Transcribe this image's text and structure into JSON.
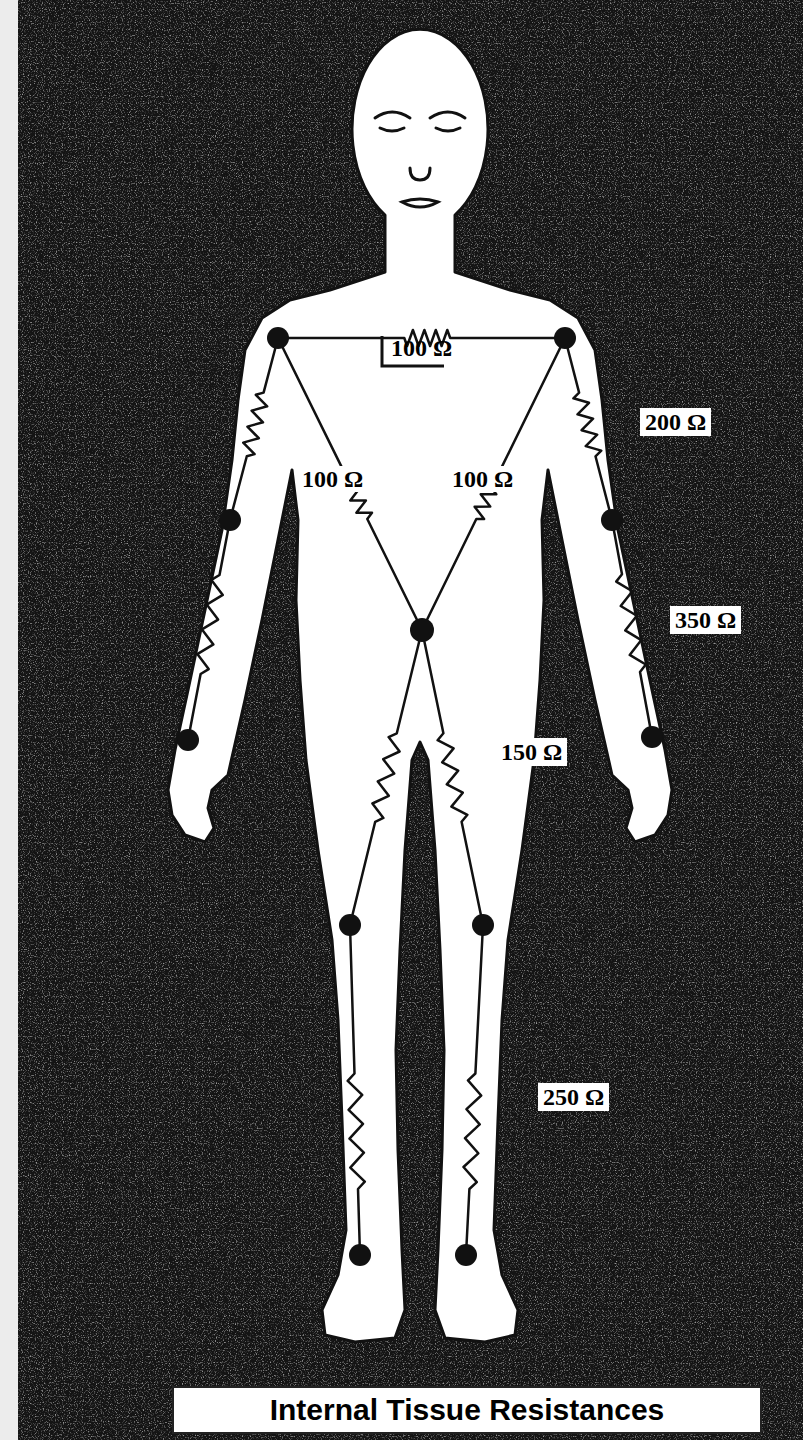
{
  "diagram": {
    "title": "Internal Tissue Resistances",
    "labels": [
      "100 Ω",
      "200 Ω",
      "100 Ω",
      "100 Ω",
      "350 Ω",
      "150 Ω",
      "250 Ω"
    ]
  }
}
